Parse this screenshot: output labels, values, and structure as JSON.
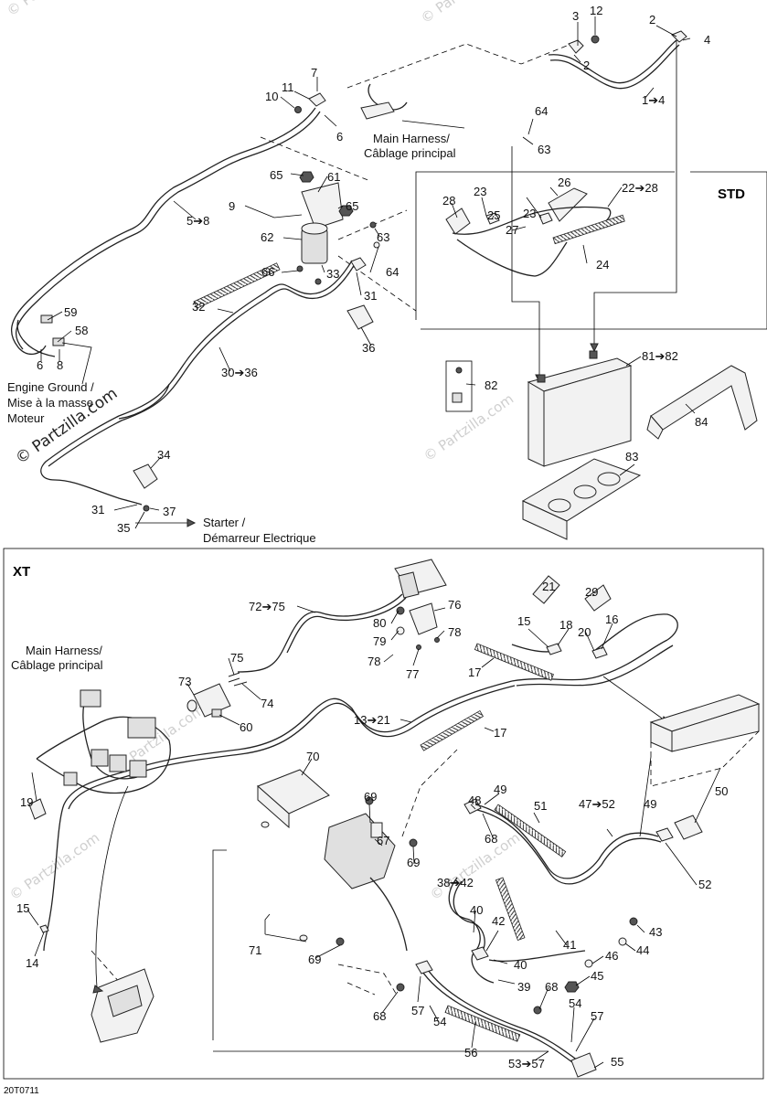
{
  "watermarks": {
    "tl": "© Partzilla.com",
    "tm": "© Partzilla.com",
    "tr": "© Partzilla.com",
    "main": "© Partzilla.com",
    "mid": "© Partzilla.com",
    "bl": "© Partzilla.com",
    "bm": "© Partzilla.com"
  },
  "sections": {
    "std": "STD",
    "xt": "XT"
  },
  "notes": {
    "harness_top_1": "Main Harness/",
    "harness_top_2": "Câblage principal",
    "engine_ground_1": "Engine Ground /",
    "engine_ground_2": "Mise à la masse",
    "engine_ground_3": "Moteur",
    "starter_1": "Starter /",
    "starter_2": "Démarreur Electrique",
    "harness_xt_1": "Main Harness/",
    "harness_xt_2": "Câblage principal"
  },
  "figure_code": "20T0711",
  "callouts": {
    "c3": "3",
    "c12": "12",
    "c2a": "2",
    "c4": "4",
    "c2b": "2",
    "c1_4": "1➔4",
    "c7": "7",
    "c11": "11",
    "c10": "10",
    "c6a": "6",
    "c64a": "64",
    "c63a": "63",
    "c65a": "65",
    "c61": "61",
    "c9": "9",
    "c65b": "65",
    "c62": "62",
    "c63b": "63",
    "c64b": "64",
    "c66": "66",
    "c33": "33",
    "c31a": "31",
    "c36": "36",
    "c5_8": "5➔8",
    "c32": "32",
    "c30_36": "30➔36",
    "c59": "59",
    "c58": "58",
    "c6b": "6",
    "c8": "8",
    "c34": "34",
    "c31b": "31",
    "c37": "37",
    "c35": "35",
    "c26": "26",
    "c22_28": "22➔28",
    "c28": "28",
    "c23a": "23",
    "c25": "25",
    "c23b": "23",
    "c27": "27",
    "c24": "24",
    "c81_82": "81➔82",
    "c82": "82",
    "c84": "84",
    "c83": "83",
    "c21": "21",
    "c29": "29",
    "c15a": "15",
    "c18": "18",
    "c16": "16",
    "c20": "20",
    "c17a": "17",
    "c72_75": "72➔75",
    "c76": "76",
    "c80": "80",
    "c79": "79",
    "c78a": "78",
    "c78b": "78",
    "c77": "77",
    "c75": "75",
    "c73": "73",
    "c74": "74",
    "c60": "60",
    "c13_21": "13➔21",
    "c17b": "17",
    "c48": "48",
    "c49a": "49",
    "c51": "51",
    "c47_52": "47➔52",
    "c49b": "49",
    "c50": "50",
    "c68a": "68",
    "c52": "52",
    "c19": "19",
    "c15b": "15",
    "c14": "14",
    "c70": "70",
    "c69a": "69",
    "c67": "67",
    "c69b": "69",
    "c71": "71",
    "c69c": "69",
    "c38_42": "38➔42",
    "c40a": "40",
    "c42": "42",
    "c41": "41",
    "c40b": "40",
    "c39": "39",
    "c43": "43",
    "c44": "44",
    "c46": "46",
    "c45": "45",
    "c68b": "68",
    "c57a": "57",
    "c54a": "54",
    "c68c": "68",
    "c54b": "54",
    "c57b": "57",
    "c56": "56",
    "c53_57": "53➔57",
    "c55": "55"
  }
}
